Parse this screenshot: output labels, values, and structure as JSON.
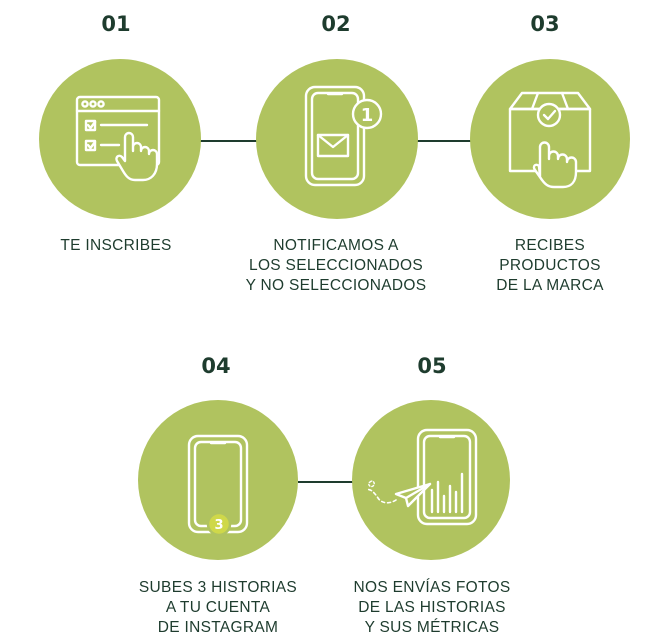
{
  "steps": [
    {
      "number": "01",
      "icon": "browser-form-icon",
      "lines": [
        "TE INSCRIBES"
      ]
    },
    {
      "number": "02",
      "icon": "phone-notification-icon",
      "badge": "1",
      "lines": [
        "NOTIFICAMOS A",
        "LOS SELECCIONADOS",
        "Y NO SELECCIONADOS"
      ]
    },
    {
      "number": "03",
      "icon": "box-touch-icon",
      "lines": [
        "RECIBES",
        "PRODUCTOS",
        "DE LA MARCA"
      ]
    },
    {
      "number": "04",
      "icon": "phone-stories-icon",
      "badge": "3",
      "lines": [
        "SUBES 3 HISTORIAS",
        "A TU CUENTA",
        "DE INSTAGRAM"
      ]
    },
    {
      "number": "05",
      "icon": "phone-chart-send-icon",
      "lines": [
        "NOS ENVÍAS FOTOS",
        "DE LAS HISTORIAS",
        "Y SUS MÉTRICAS"
      ]
    }
  ],
  "colors": {
    "circle": "#b0c35f",
    "text": "#1e3c2e",
    "icon": "#ffffff",
    "badge": "#cfd84a"
  }
}
